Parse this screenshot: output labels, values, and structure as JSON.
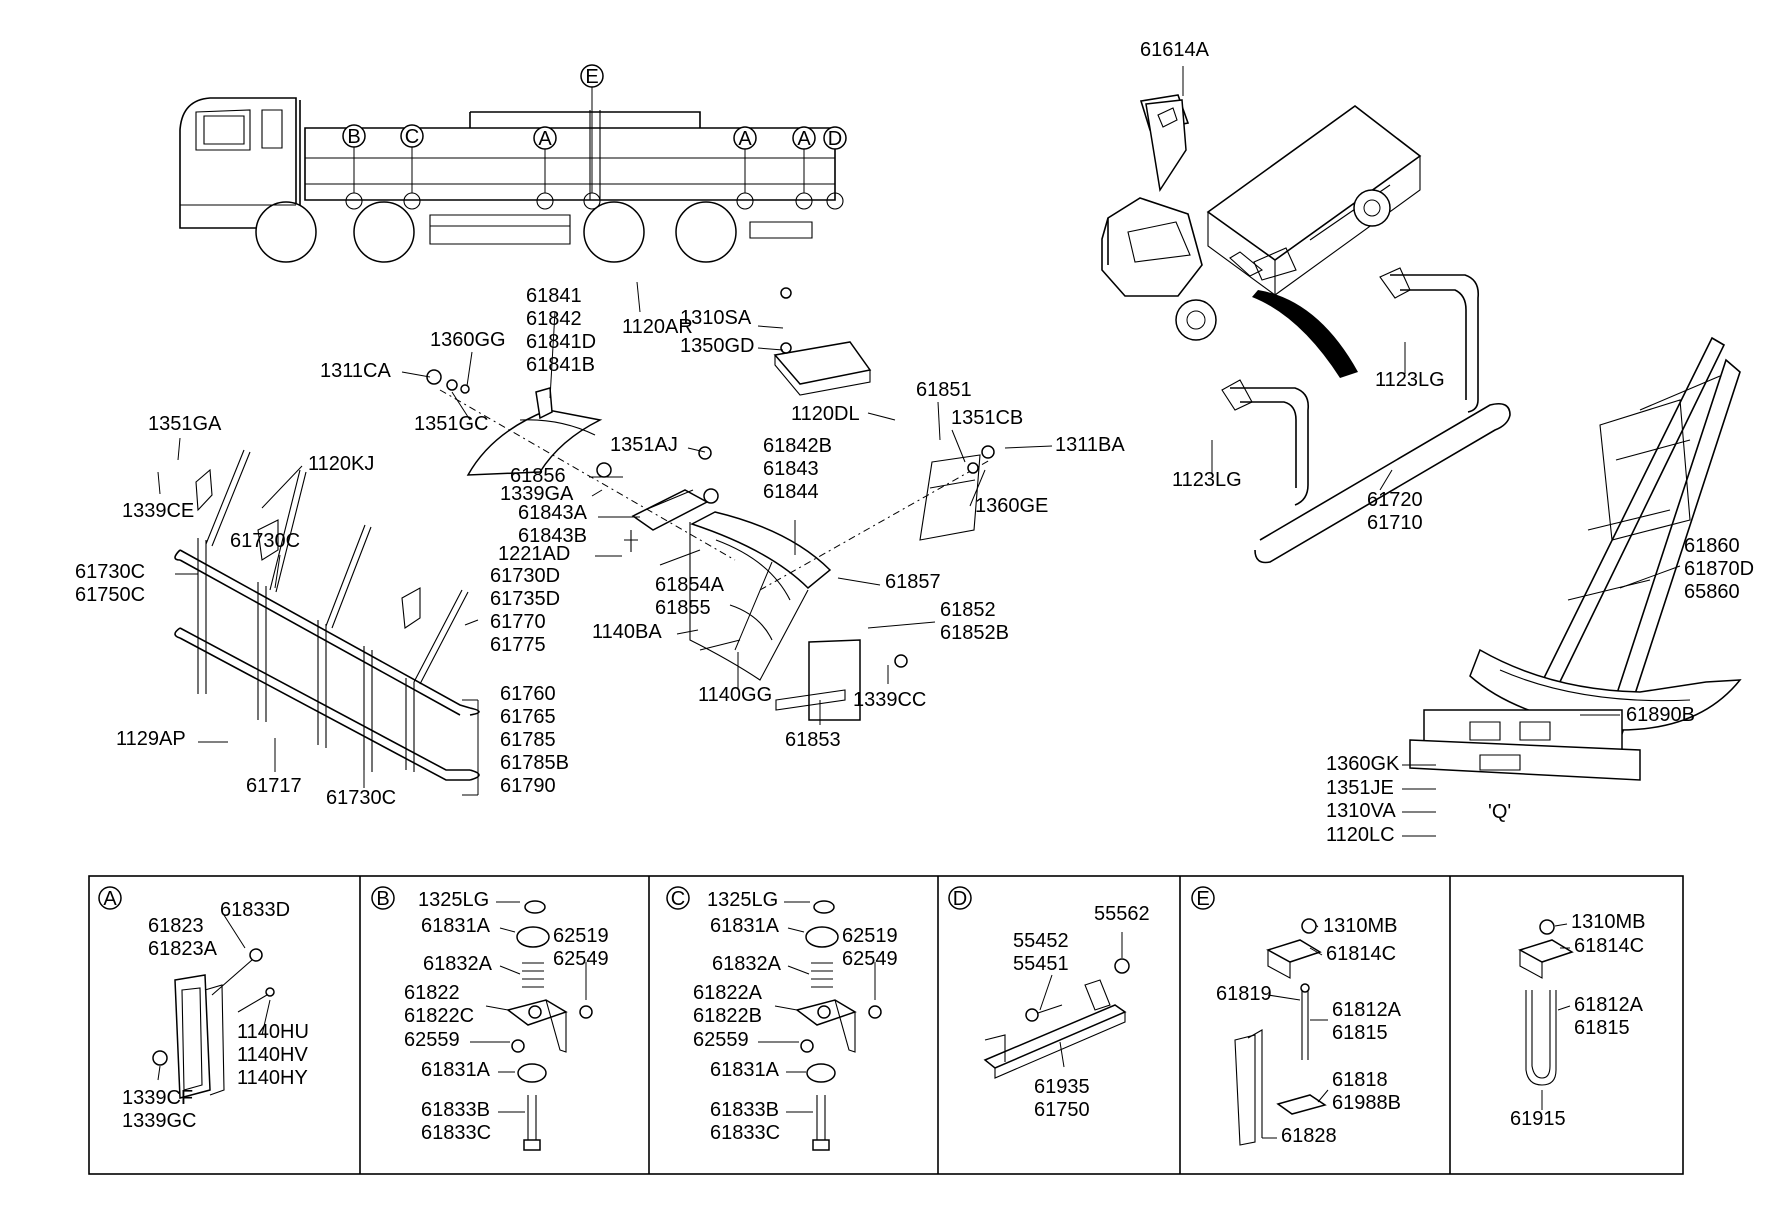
{
  "diagram": {
    "parts": [
      {
        "id": "61614A",
        "lines": [
          "61614A"
        ]
      },
      {
        "id": "61841",
        "lines": [
          "61841",
          "61842",
          "61841D",
          "61841B"
        ]
      },
      {
        "id": "1120AR",
        "lines": [
          "1120AR"
        ]
      },
      {
        "id": "1310SA",
        "lines": [
          "1310SA"
        ]
      },
      {
        "id": "1350GD",
        "lines": [
          "1350GD"
        ]
      },
      {
        "id": "1360GG",
        "lines": [
          "1360GG"
        ]
      },
      {
        "id": "1311CA",
        "lines": [
          "1311CA"
        ]
      },
      {
        "id": "1351GC",
        "lines": [
          "1351GC"
        ]
      },
      {
        "id": "1351GA",
        "lines": [
          "1351GA"
        ]
      },
      {
        "id": "1120KJ",
        "lines": [
          "1120KJ"
        ]
      },
      {
        "id": "1339CE",
        "lines": [
          "1339CE"
        ]
      },
      {
        "id": "61730C-top",
        "lines": [
          "61730C"
        ]
      },
      {
        "id": "61730C-left",
        "lines": [
          "61730C",
          "61750C"
        ]
      },
      {
        "id": "61730D",
        "lines": [
          "61730D",
          "61735D",
          "61770",
          "61775"
        ]
      },
      {
        "id": "61760",
        "lines": [
          "61760",
          "61765",
          "61785",
          "61785B",
          "61790"
        ]
      },
      {
        "id": "1129AP",
        "lines": [
          "1129AP"
        ]
      },
      {
        "id": "61717",
        "lines": [
          "61717"
        ]
      },
      {
        "id": "61730C-bottom",
        "lines": [
          "61730C"
        ]
      },
      {
        "id": "1351AJ",
        "lines": [
          "1351AJ"
        ]
      },
      {
        "id": "61856",
        "lines": [
          "61856"
        ]
      },
      {
        "id": "1339GA",
        "lines": [
          "1339GA"
        ]
      },
      {
        "id": "61843A",
        "lines": [
          "61843A",
          "61843B"
        ]
      },
      {
        "id": "1221AD",
        "lines": [
          "1221AD"
        ]
      },
      {
        "id": "61842B",
        "lines": [
          "61842B",
          "61843",
          "61844"
        ]
      },
      {
        "id": "61854A",
        "lines": [
          "61854A",
          "61855"
        ]
      },
      {
        "id": "1140BA",
        "lines": [
          "1140BA"
        ]
      },
      {
        "id": "1140GG",
        "lines": [
          "1140GG"
        ]
      },
      {
        "id": "61853",
        "lines": [
          "61853"
        ]
      },
      {
        "id": "1339CC",
        "lines": [
          "1339CC"
        ]
      },
      {
        "id": "61852",
        "lines": [
          "61852",
          "61852B"
        ]
      },
      {
        "id": "61857",
        "lines": [
          "61857"
        ]
      },
      {
        "id": "1120DL",
        "lines": [
          "1120DL"
        ]
      },
      {
        "id": "61851",
        "lines": [
          "61851"
        ]
      },
      {
        "id": "1351CB",
        "lines": [
          "1351CB"
        ]
      },
      {
        "id": "1311BA",
        "lines": [
          "1311BA"
        ]
      },
      {
        "id": "1360GE",
        "lines": [
          "1360GE"
        ]
      },
      {
        "id": "1123LG-right",
        "lines": [
          "1123LG"
        ]
      },
      {
        "id": "1123LG-left",
        "lines": [
          "1123LG"
        ]
      },
      {
        "id": "61720",
        "lines": [
          "61720",
          "61710"
        ]
      },
      {
        "id": "61860",
        "lines": [
          "61860",
          "61870D",
          "65860"
        ]
      },
      {
        "id": "61890B",
        "lines": [
          "61890B"
        ]
      },
      {
        "id": "1360GK",
        "lines": [
          "1360GK"
        ]
      },
      {
        "id": "1351JE",
        "lines": [
          "1351JE"
        ]
      },
      {
        "id": "1310VA",
        "lines": [
          "1310VA"
        ]
      },
      {
        "id": "1120LC",
        "lines": [
          "1120LC"
        ]
      },
      {
        "id": "view-q",
        "lines": [
          "'Q'"
        ]
      },
      {
        "id": "A-61823",
        "lines": [
          "61823",
          "61823A"
        ]
      },
      {
        "id": "A-61833D",
        "lines": [
          "61833D"
        ]
      },
      {
        "id": "A-1140HU",
        "lines": [
          "1140HU",
          "1140HV",
          "1140HY"
        ]
      },
      {
        "id": "A-1339CF",
        "lines": [
          "1339CF",
          "1339GC"
        ]
      },
      {
        "id": "B-1325LG",
        "lines": [
          "1325LG"
        ]
      },
      {
        "id": "B-61831A",
        "lines": [
          "61831A"
        ]
      },
      {
        "id": "B-62519",
        "lines": [
          "62519",
          "62549"
        ]
      },
      {
        "id": "B-61832A",
        "lines": [
          "61832A"
        ]
      },
      {
        "id": "B-61822",
        "lines": [
          "61822",
          "61822C"
        ]
      },
      {
        "id": "B-62559",
        "lines": [
          "62559"
        ]
      },
      {
        "id": "B-61831A-2",
        "lines": [
          "61831A"
        ]
      },
      {
        "id": "B-61833B",
        "lines": [
          "61833B",
          "61833C"
        ]
      },
      {
        "id": "C-1325LG",
        "lines": [
          "1325LG"
        ]
      },
      {
        "id": "C-61831A",
        "lines": [
          "61831A"
        ]
      },
      {
        "id": "C-62519",
        "lines": [
          "62519",
          "62549"
        ]
      },
      {
        "id": "C-61832A",
        "lines": [
          "61832A"
        ]
      },
      {
        "id": "C-61822A",
        "lines": [
          "61822A",
          "61822B"
        ]
      },
      {
        "id": "C-62559",
        "lines": [
          "62559"
        ]
      },
      {
        "id": "C-61831A-2",
        "lines": [
          "61831A"
        ]
      },
      {
        "id": "C-61833B",
        "lines": [
          "61833B",
          "61833C"
        ]
      },
      {
        "id": "D-55452",
        "lines": [
          "55452",
          "55451"
        ]
      },
      {
        "id": "D-55562",
        "lines": [
          "55562"
        ]
      },
      {
        "id": "D-61935",
        "lines": [
          "61935",
          "61750"
        ]
      },
      {
        "id": "E-1310MB",
        "lines": [
          "1310MB"
        ]
      },
      {
        "id": "E-61814C",
        "lines": [
          "61814C"
        ]
      },
      {
        "id": "E-61819",
        "lines": [
          "61819"
        ]
      },
      {
        "id": "E-61812A",
        "lines": [
          "61812A",
          "61815"
        ]
      },
      {
        "id": "E-61818",
        "lines": [
          "61818",
          "61988B"
        ]
      },
      {
        "id": "E-61828",
        "lines": [
          "61828"
        ]
      },
      {
        "id": "F-1310MB",
        "lines": [
          "1310MB"
        ]
      },
      {
        "id": "F-61814C",
        "lines": [
          "61814C"
        ]
      },
      {
        "id": "F-61812A",
        "lines": [
          "61812A",
          "61815"
        ]
      },
      {
        "id": "F-61915",
        "lines": [
          "61915"
        ]
      }
    ],
    "truck_markers": [
      "B",
      "C",
      "A",
      "A",
      "A",
      "D",
      "E"
    ],
    "panels": [
      {
        "letter": "A"
      },
      {
        "letter": "B"
      },
      {
        "letter": "C"
      },
      {
        "letter": "D"
      },
      {
        "letter": "E"
      },
      {
        "letter": ""
      }
    ]
  }
}
